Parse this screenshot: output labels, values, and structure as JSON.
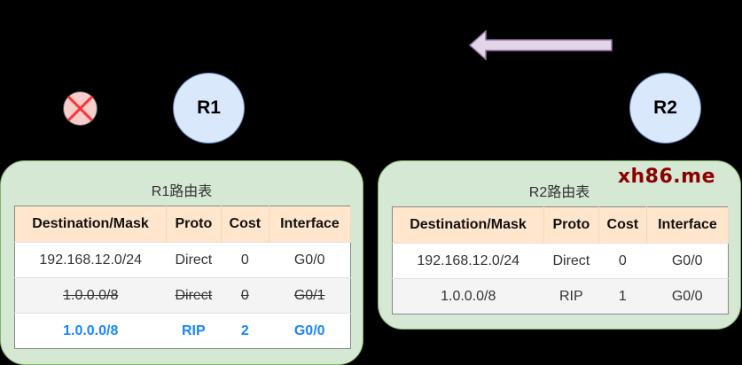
{
  "nodes": {
    "r1_label": "R1",
    "r2_label": "R2"
  },
  "failure_marker": {
    "icon": "x-circle-icon",
    "fill": "#f8cecc",
    "stroke": "#ff3333"
  },
  "arrow": {
    "direction": "left",
    "fill": "#e1d5e7",
    "stroke": "#9673a6"
  },
  "r1_table": {
    "title": "R1路由表",
    "headers": [
      "Destination/Mask",
      "Proto",
      "Cost",
      "Interface"
    ],
    "rows": [
      {
        "destination": "192.168.12.0/24",
        "proto": "Direct",
        "cost": "0",
        "interface": "G0/0",
        "state": "normal"
      },
      {
        "destination": "1.0.0.0/8",
        "proto": "Direct",
        "cost": "0",
        "interface": "G0/1",
        "state": "removed"
      },
      {
        "destination": "1.0.0.0/8",
        "proto": "RIP",
        "cost": "2",
        "interface": "G0/0",
        "state": "new"
      }
    ]
  },
  "r2_table": {
    "title": "R2路由表",
    "watermark": "xh86.me",
    "headers": [
      "Destination/Mask",
      "Proto",
      "Cost",
      "Interface"
    ],
    "rows": [
      {
        "destination": "192.168.12.0/24",
        "proto": "Direct",
        "cost": "0",
        "interface": "G0/0"
      },
      {
        "destination": "1.0.0.0/8",
        "proto": "RIP",
        "cost": "1",
        "interface": "G0/0"
      }
    ]
  },
  "colors": {
    "highlight": "#1a85ff",
    "panel_fill": "#d5e8d4",
    "router_fill": "#dae8fc",
    "header_fill": "#ffe6cc",
    "watermark": "#8b0000"
  }
}
